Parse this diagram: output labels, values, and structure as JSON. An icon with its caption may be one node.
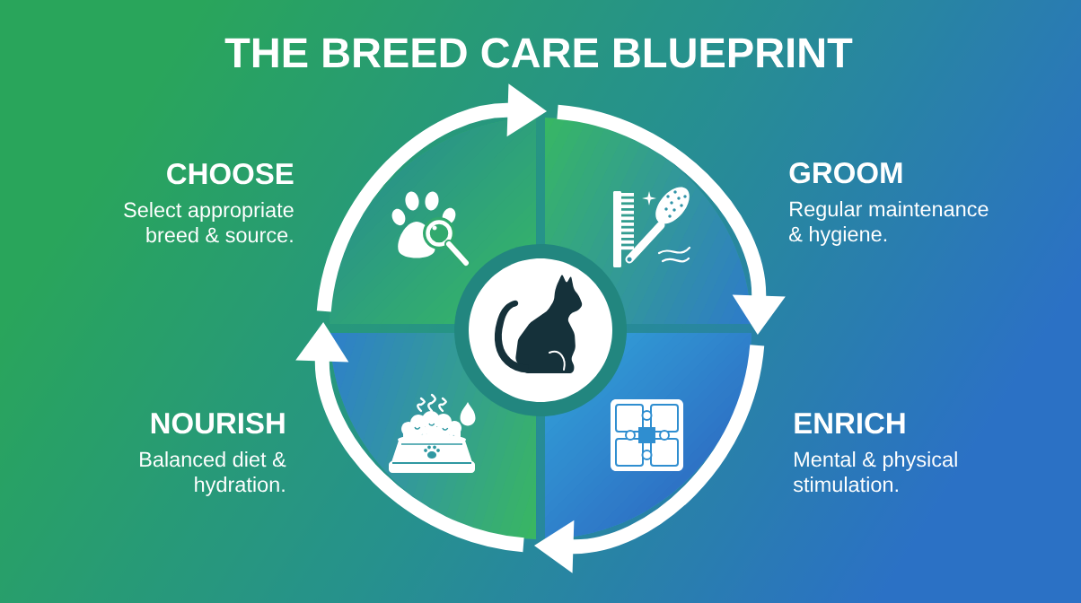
{
  "diagram": {
    "title": "THE BREED CARE BLUEPRINT",
    "nodes": [
      {
        "text": [
          "CHOOSE",
          "Select appropriate breed & source."
        ]
      },
      {
        "text": [
          "GROOM",
          "Regular maintenance & hygiene."
        ]
      },
      {
        "text": [
          "NOURISH",
          "Balanced diet & hydration."
        ]
      },
      {
        "text": [
          "ENRICH",
          "Mental & physical stimulation."
        ]
      }
    ],
    "edges": [
      {
        "from": 0,
        "to": 1,
        "arrow": "to"
      },
      {
        "from": 1,
        "to": 3,
        "arrow": "to"
      },
      {
        "from": 3,
        "to": 2,
        "arrow": "to"
      },
      {
        "from": 2,
        "to": 0,
        "arrow": "to"
      }
    ]
  }
}
